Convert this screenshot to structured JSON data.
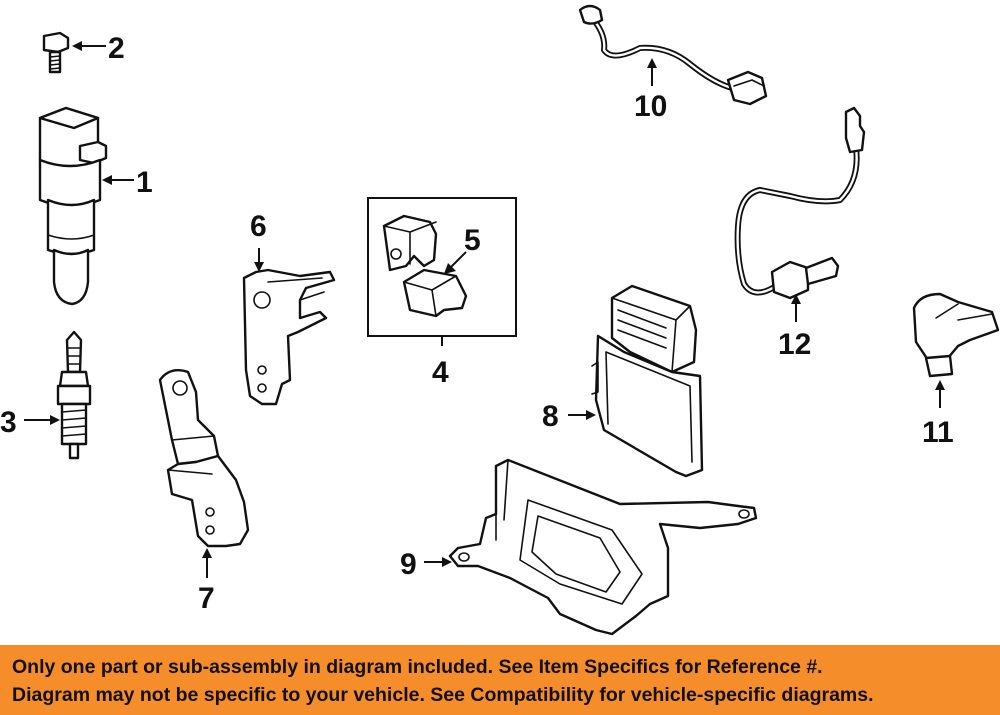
{
  "callouts": {
    "c1": "1",
    "c2": "2",
    "c3": "3",
    "c4": "4",
    "c5": "5",
    "c6": "6",
    "c7": "7",
    "c8": "8",
    "c9": "9",
    "c10": "10",
    "c11": "11",
    "c12": "12"
  },
  "banner": {
    "line1": "Only one part or sub-assembly in diagram included. See Item Specifics for Reference #.",
    "line2": "Diagram may not be specific to your vehicle. See Compatibility for vehicle-specific diagrams.",
    "background": "#f58d2a"
  }
}
